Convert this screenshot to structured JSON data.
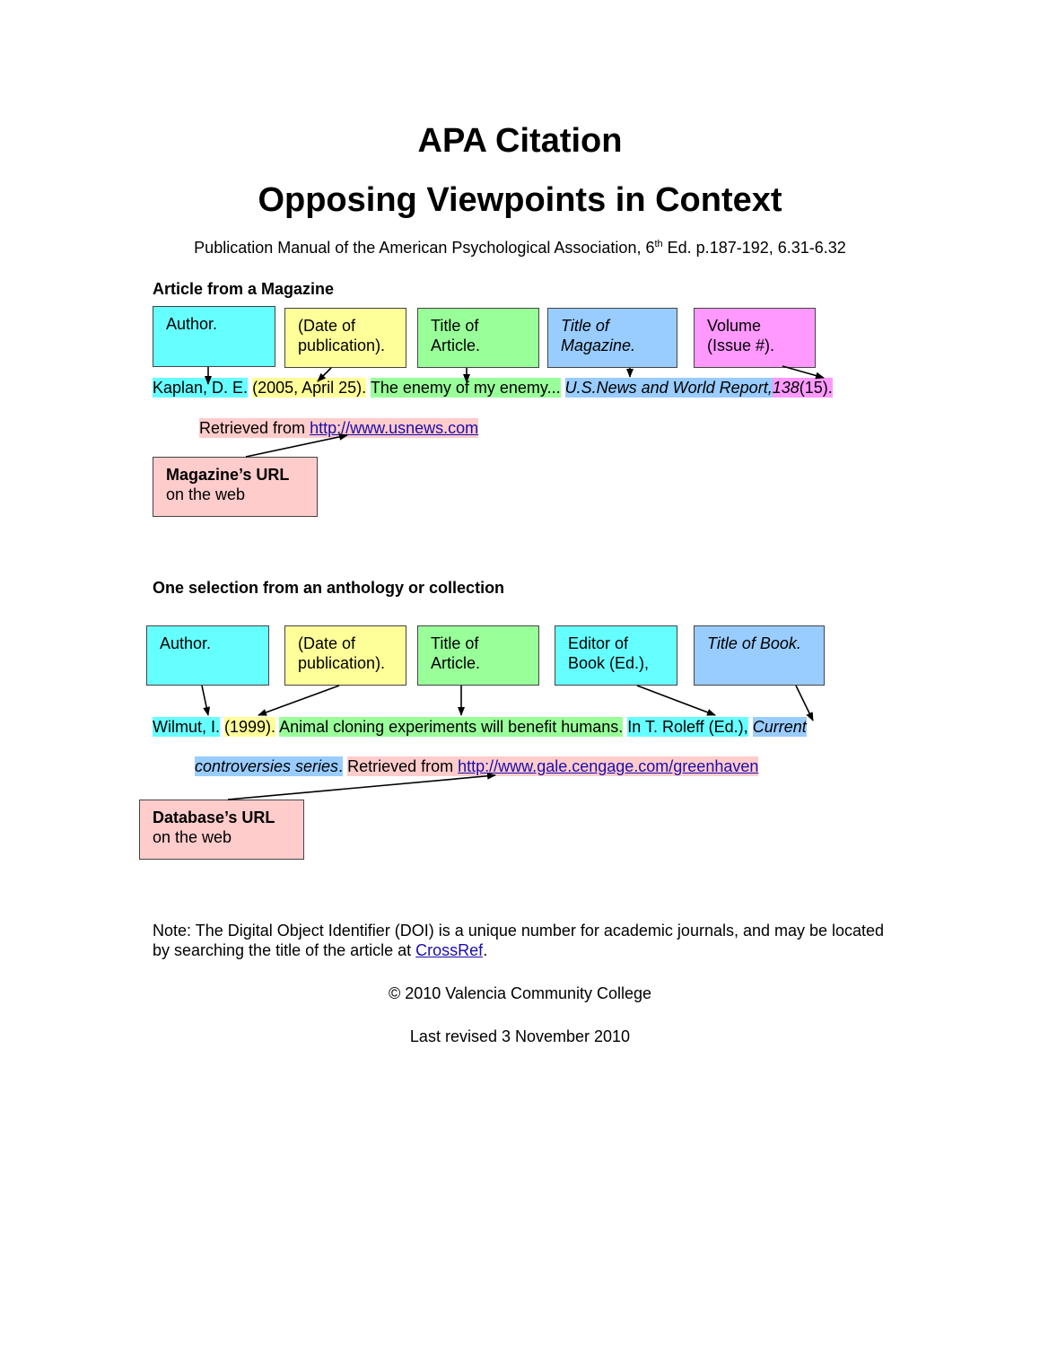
{
  "title": "APA Citation",
  "subtitle": "Opposing Viewpoints in Context",
  "manual": {
    "pre": "Publication Manual of the American Psychological Association, 6",
    "sup": "th",
    "post": " Ed. p.187-192, 6.31-6.32"
  },
  "magazine": {
    "heading": "Article from a Magazine",
    "boxes": {
      "author": "Author.",
      "date": "(Date of publication).",
      "title": "Title of Article.",
      "magazine": "Title of Magazine.",
      "volume": "Volume (Issue #)."
    },
    "citation": {
      "author": "Kaplan, D. E.",
      "date": "(2005, April 25).",
      "title": "The enemy of my enemy...",
      "magazine": "U.S.News and World Report,",
      "volume": "138",
      "issue": "(15).",
      "retrieved": "Retrieved from",
      "url": "http://www.usnews.com"
    },
    "url_box": {
      "title": "Magazine’s URL",
      "text": "on the web"
    }
  },
  "anthology": {
    "heading": "One selection from an anthology or collection",
    "boxes": {
      "author": "Author.",
      "date": "(Date of publication).",
      "title": "Title of Article.",
      "editor": "Editor of Book (Ed.),",
      "book": "Title of Book."
    },
    "citation": {
      "author": "Wilmut, I.",
      "date": "(1999).",
      "title": "Animal cloning  experiments will benefit humans.",
      "editor": "In T. Roleff (Ed.),",
      "book1": "Current",
      "book2": "controversies series",
      "period": ".",
      "retrieved": "Retrieved from",
      "url": "http://www.gale.cengage.com/greenhaven"
    },
    "url_box": {
      "title": "Database’s URL",
      "text": "on the web"
    }
  },
  "note": {
    "text": "Note: The Digital Object Identifier (DOI) is a unique number for academic journals, and may be located by searching the title of the article at ",
    "link": "CrossRef",
    "end": "."
  },
  "copyright": "© 2010 Valencia Community College",
  "revised": "Last revised 3 November 2010",
  "colors": {
    "author": "#66ffff",
    "date": "#ffff99",
    "title": "#99ff99",
    "magazine": "#99ccff",
    "volume": "#ff99ff",
    "url": "#ffcccc"
  }
}
